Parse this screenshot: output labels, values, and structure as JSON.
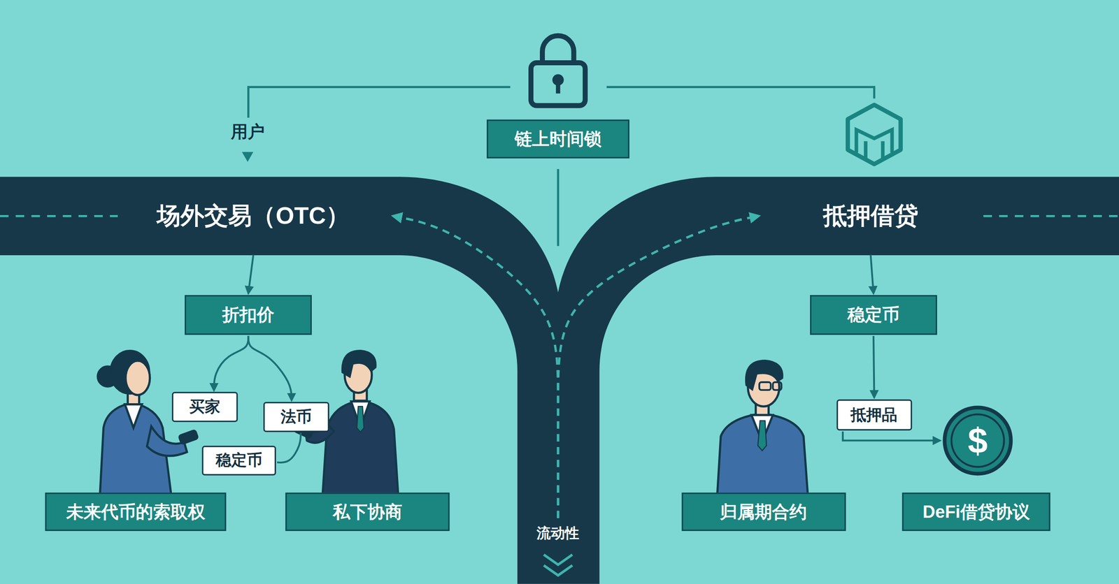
{
  "diagram": {
    "nodes": [
      {
        "text": [
          "链上时间锁"
        ]
      },
      {
        "text": [
          "场外交易（OTC）"
        ]
      },
      {
        "text": [
          "抵押借贷"
        ]
      },
      {
        "text": [
          "折扣价"
        ]
      },
      {
        "text": [
          "买家"
        ]
      },
      {
        "text": [
          "法币"
        ]
      },
      {
        "text": [
          "稳定币"
        ]
      },
      {
        "text": [
          "未来代币的索取权"
        ]
      },
      {
        "text": [
          "私下协商"
        ]
      },
      {
        "text": [
          "稳定币"
        ]
      },
      {
        "text": [
          "抵押品"
        ]
      },
      {
        "text": [
          "归属期合约"
        ]
      },
      {
        "text": [
          "$"
        ]
      },
      {
        "text": [
          "DeFi借贷协议"
        ]
      },
      {
        "text": [
          "流动性"
        ]
      }
    ],
    "edges": [
      {
        "from": 1,
        "to": 3,
        "arrow": "to"
      },
      {
        "from": 2,
        "to": 9,
        "arrow": "to"
      },
      {
        "from": 9,
        "to": 10,
        "arrow": "to"
      },
      {
        "from": 3,
        "to": 4,
        "arrow": "to"
      },
      {
        "from": 3,
        "to": 5,
        "arrow": "to"
      },
      {
        "from": 6,
        "to": 5,
        "arrow": "none"
      },
      {
        "from": 10,
        "to": 12,
        "arrow": "to"
      },
      {
        "from": 14,
        "to": 1,
        "arrow": "to"
      },
      {
        "from": 14,
        "to": 2,
        "arrow": "to"
      }
    ],
    "labels": [
      "用户"
    ]
  }
}
